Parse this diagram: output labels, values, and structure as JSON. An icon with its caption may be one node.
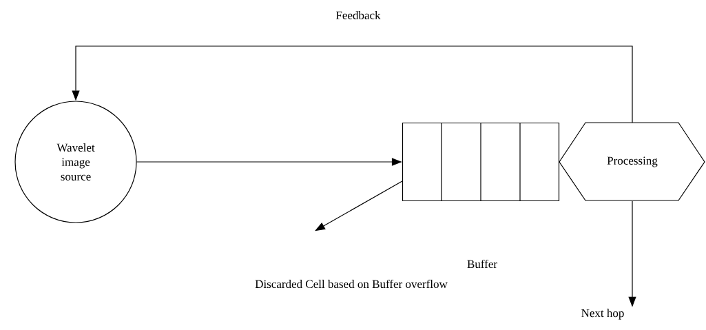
{
  "diagram": {
    "nodes": [
      {
        "text": [
          "Wavelet image source"
        ]
      },
      {
        "text": [],
        "shape": "box"
      },
      {
        "text": [
          "Processing"
        ]
      },
      {
        "text": [
          "Discarded Cell based on Buffer overflow"
        ]
      },
      {
        "text": [
          "Next hop"
        ]
      }
    ],
    "edges": [
      {
        "from": 0,
        "to": 1,
        "arrow": "to"
      },
      {
        "from": 2,
        "to": 0,
        "arrow": "to",
        "label": "Feedback"
      },
      {
        "from": 1,
        "to": 3,
        "arrow": "to"
      },
      {
        "from": 2,
        "to": 4,
        "arrow": "to"
      }
    ],
    "labels": [
      "Buffer"
    ]
  }
}
